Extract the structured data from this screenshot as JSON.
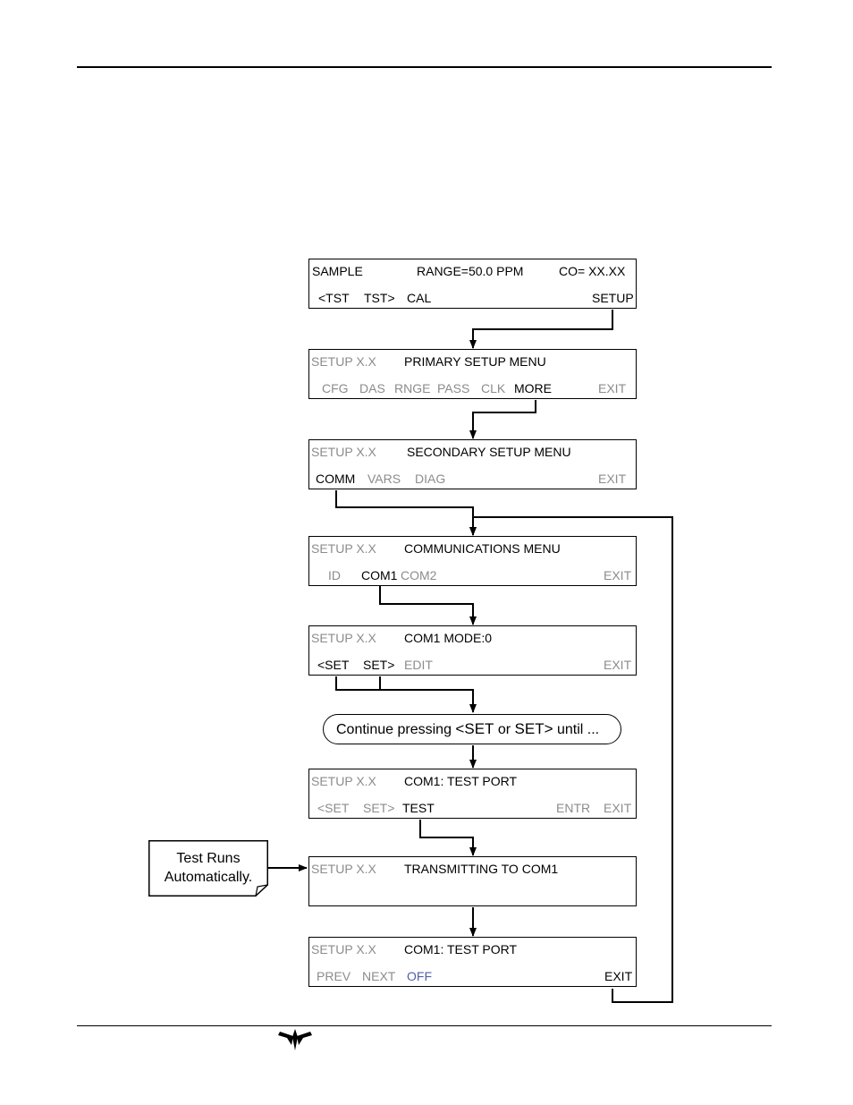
{
  "screens": [
    {
      "line1": [
        {
          "text": "SAMPLE",
          "tone": "b"
        },
        {
          "text": "RANGE=50.0 PPM",
          "tone": "b"
        },
        {
          "text": "CO= XX.XX",
          "tone": "b"
        }
      ],
      "line2": [
        {
          "text": "<TST",
          "tone": "b"
        },
        {
          "text": "TST>",
          "tone": "b"
        },
        {
          "text": "CAL",
          "tone": "b"
        },
        {
          "text": "SETUP",
          "tone": "b"
        }
      ]
    },
    {
      "line1": [
        {
          "text": "SETUP X.X",
          "tone": "g"
        },
        {
          "text": "PRIMARY SETUP MENU",
          "tone": "b"
        }
      ],
      "line2": [
        {
          "text": "CFG",
          "tone": "g"
        },
        {
          "text": "DAS",
          "tone": "g"
        },
        {
          "text": "RNGE",
          "tone": "g"
        },
        {
          "text": "PASS",
          "tone": "g"
        },
        {
          "text": "CLK",
          "tone": "g"
        },
        {
          "text": "MORE",
          "tone": "b"
        },
        {
          "text": "EXIT",
          "tone": "g"
        }
      ]
    },
    {
      "line1": [
        {
          "text": "SETUP X.X",
          "tone": "g"
        },
        {
          "text": "SECONDARY SETUP MENU",
          "tone": "b"
        }
      ],
      "line2": [
        {
          "text": "COMM",
          "tone": "b"
        },
        {
          "text": "VARS",
          "tone": "g"
        },
        {
          "text": "DIAG",
          "tone": "g"
        },
        {
          "text": "EXIT",
          "tone": "g"
        }
      ]
    },
    {
      "line1": [
        {
          "text": "SETUP X.X",
          "tone": "g"
        },
        {
          "text": "COMMUNICATIONS MENU",
          "tone": "b"
        }
      ],
      "line2": [
        {
          "text": "ID",
          "tone": "g"
        },
        {
          "text": "COM1",
          "tone": "b"
        },
        {
          "text": "COM2",
          "tone": "g"
        },
        {
          "text": "EXIT",
          "tone": "g"
        }
      ]
    },
    {
      "line1": [
        {
          "text": "SETUP X.X",
          "tone": "g"
        },
        {
          "text": "COM1 MODE:0",
          "tone": "b"
        }
      ],
      "line2": [
        {
          "text": "<SET",
          "tone": "b"
        },
        {
          "text": "SET>",
          "tone": "b"
        },
        {
          "text": "EDIT",
          "tone": "g"
        },
        {
          "text": "EXIT",
          "tone": "g"
        }
      ]
    },
    {
      "line1": [
        {
          "text": "SETUP X.X",
          "tone": "g"
        },
        {
          "text": "COM1: TEST PORT",
          "tone": "b"
        }
      ],
      "line2": [
        {
          "text": "<SET",
          "tone": "g"
        },
        {
          "text": "SET>",
          "tone": "g"
        },
        {
          "text": "TEST",
          "tone": "b"
        },
        {
          "text": "ENTR",
          "tone": "g"
        },
        {
          "text": "EXIT",
          "tone": "g"
        }
      ]
    },
    {
      "line1": [
        {
          "text": "SETUP X.X",
          "tone": "g"
        },
        {
          "text": "TRANSMITTING TO COM1",
          "tone": "b"
        }
      ],
      "line2": []
    },
    {
      "line1": [
        {
          "text": "SETUP X.X",
          "tone": "g"
        },
        {
          "text": "COM1: TEST PORT",
          "tone": "b"
        }
      ],
      "line2": [
        {
          "text": "PREV",
          "tone": "g"
        },
        {
          "text": "NEXT",
          "tone": "g"
        },
        {
          "text": "OFF",
          "tone": "blue"
        },
        {
          "text": "EXIT",
          "tone": "b"
        }
      ]
    }
  ],
  "prompt": {
    "part1": "Continue pressing ",
    "part2": "<SET",
    "part3": " or ",
    "part4": "SET>",
    "part5": " until ..."
  },
  "note": {
    "line1": "Test Runs",
    "line2": "Automatically."
  },
  "logo": {
    "icon": "company-logo-icon"
  }
}
